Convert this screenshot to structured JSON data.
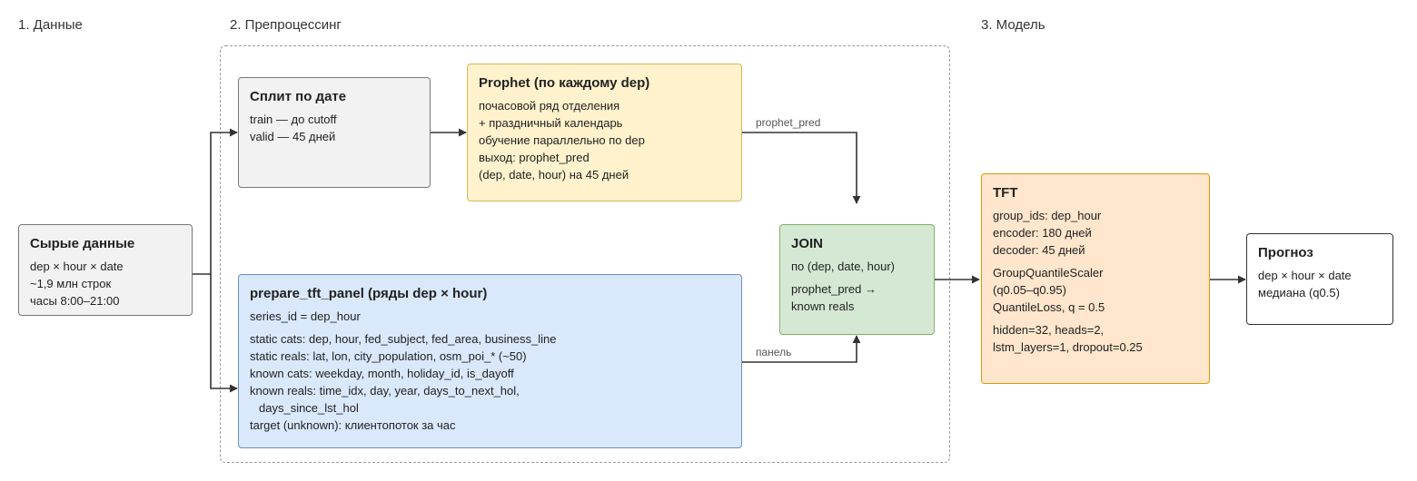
{
  "sections": {
    "data": "1. Данные",
    "preprocessing": "2. Препроцессинг",
    "model": "3. Модель"
  },
  "colors": {
    "raw_fill": "#f2f2f2",
    "split_fill": "#f2f2f2",
    "prophet_fill": "#fff2cc",
    "prophet_border": "#d6b656",
    "panel_fill": "#dae8fc",
    "panel_border": "#6c8ebf",
    "join_fill": "#d5e8d4",
    "join_border": "#82b366",
    "tft_fill": "#ffe6cc",
    "tft_border": "#d79b00",
    "forecast_fill": "#ffffff",
    "edge": "#333333"
  },
  "raw": {
    "title": "Сырые данные",
    "line1": "dep × hour × date",
    "line2": "~1,9 млн строк",
    "line3": "часы 8:00–21:00"
  },
  "split": {
    "title": "Сплит по дате",
    "line1": "train — до cutoff",
    "line2": "valid — 45 дней"
  },
  "prophet": {
    "title": "Prophet (по каждому dep)",
    "line1": "почасовой ряд отделения",
    "line2": "+ праздничный календарь",
    "line3": "обучение параллельно по dep",
    "line4": "выход: prophet_pred",
    "line5": "(dep, date, hour) на 45 дней"
  },
  "panel": {
    "title": "prepare_tft_panel (ряды dep × hour)",
    "series_id": "series_id = dep_hour",
    "static_cats": "static cats: dep, hour, fed_subject, fed_area, business_line",
    "static_reals": "static reals: lat, lon, city_population, osm_poi_* (~50)",
    "known_cats": "known cats: weekday, month, holiday_id, is_dayoff",
    "known_reals_1": "known reals: time_idx, day, year, days_to_next_hol,",
    "known_reals_2": "days_since_lst_hol",
    "target": "target (unknown): клиентопоток за час"
  },
  "join": {
    "title": "JOIN",
    "line1": "по (dep, date, hour)",
    "line2": "prophet_pred →",
    "line3": "known reals"
  },
  "tft": {
    "title": "TFT",
    "line1": "group_ids: dep_hour",
    "line2": "encoder: 180 дней",
    "line3": "decoder: 45 дней",
    "line4": "GroupQuantileScaler",
    "line5": "(q0.05–q0.95)",
    "line6": "QuantileLoss, q = 0.5",
    "line7": "hidden=32, heads=2,",
    "line8": "lstm_layers=1, dropout=0.25"
  },
  "forecast": {
    "title": "Прогноз",
    "line1": "dep × hour × date",
    "line2": "медиана (q0.5)"
  },
  "edges": {
    "prophet_pred": "prophet_pred",
    "panel": "панель"
  }
}
